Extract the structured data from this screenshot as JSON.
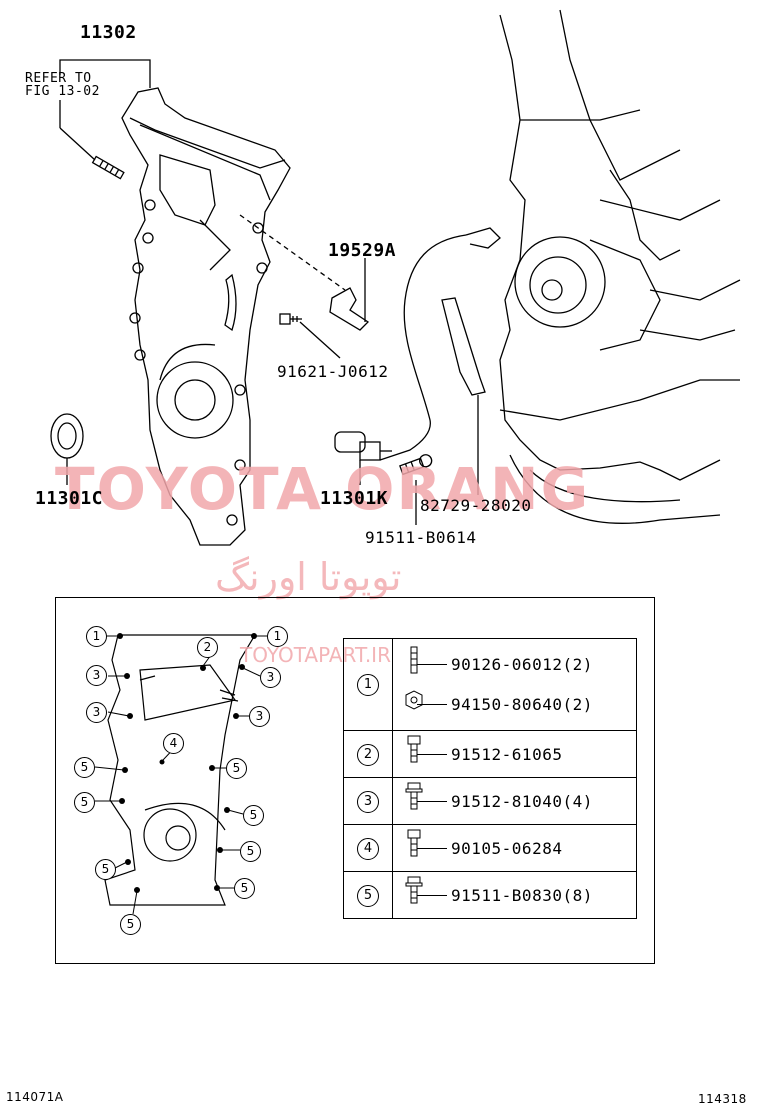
{
  "labels": {
    "p11302": "11302",
    "refer": "REFER TO",
    "fig": "FIG 13-02",
    "p19529A": "19529A",
    "p91621": "91621-J0612",
    "p11301C": "11301C",
    "p11301K": "11301K",
    "p82729": "82729-28020",
    "p91511": "91511-B0614"
  },
  "watermark": {
    "main": "TOYOTA ORANG",
    "farsi": "تویوتا اورنگ",
    "url": "TOYOTAPART.IR"
  },
  "footer": {
    "left": "114071A",
    "right": "114318"
  },
  "legend": {
    "rows": [
      {
        "num": "1",
        "parts": [
          "90126-06012(2)",
          "94150-80640(2)"
        ]
      },
      {
        "num": "2",
        "parts": [
          "91512-61065"
        ]
      },
      {
        "num": "3",
        "parts": [
          "91512-81040(4)"
        ]
      },
      {
        "num": "4",
        "parts": [
          "90105-06284"
        ]
      },
      {
        "num": "5",
        "parts": [
          "91511-B0830(8)"
        ]
      }
    ]
  },
  "diagram_callouts": [
    "1",
    "2",
    "1",
    "3",
    "3",
    "3",
    "3",
    "4",
    "5",
    "5",
    "5",
    "5",
    "5",
    "5",
    "5",
    "5"
  ]
}
